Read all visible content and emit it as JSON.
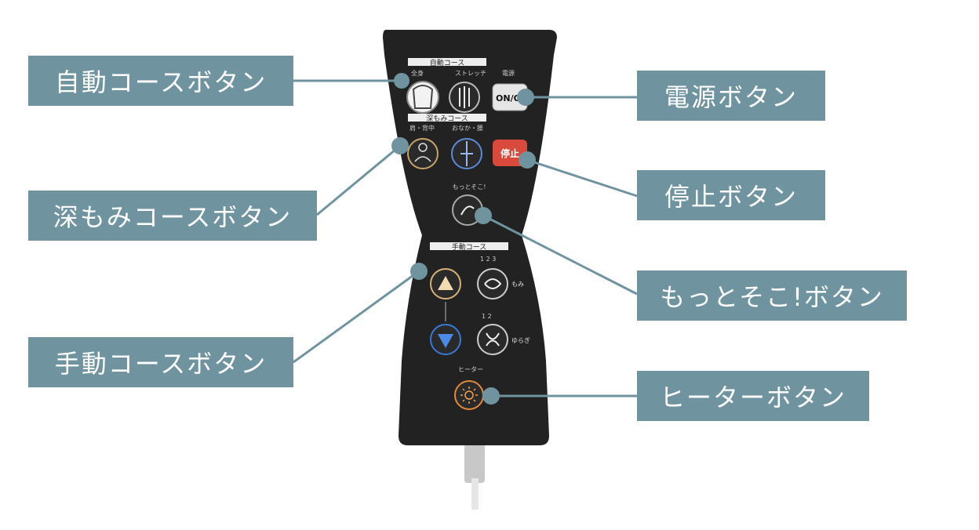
{
  "callouts": {
    "auto_course": "自動コースボタン",
    "deep_course": "深もみコースボタン",
    "manual_course": "手動コースボタン",
    "power": "電源ボタン",
    "stop": "停止ボタン",
    "motto_soko": "もっとそこ!ボタン",
    "heater": "ヒーターボタン"
  },
  "remote": {
    "auto_header": "自動コース",
    "auto_option_1": "全身",
    "auto_option_2": "ストレッチ",
    "power_indicator": "電源",
    "power_button": "ON/O",
    "deep_header": "深もみコース",
    "deep_option_1": "肩・背中",
    "deep_option_2": "おなか・腰",
    "stop_button": "停止",
    "motto_label": "もっとそこ!",
    "manual_header": "手動コース",
    "level_labels_top": "1 2 3",
    "level_labels_bottom": "1  2",
    "momi_label": "もみ",
    "yurasa_label": "ゆらぎ",
    "heater_label": "ヒーター"
  },
  "colors": {
    "label_bg": "#6f94a0",
    "line": "#6f94a0",
    "remote_body": "#222222",
    "stop_red": "#d94a3c",
    "heater_orange": "#e08a3a",
    "up_gold": "#d7b278",
    "down_blue": "#3a78d8"
  }
}
